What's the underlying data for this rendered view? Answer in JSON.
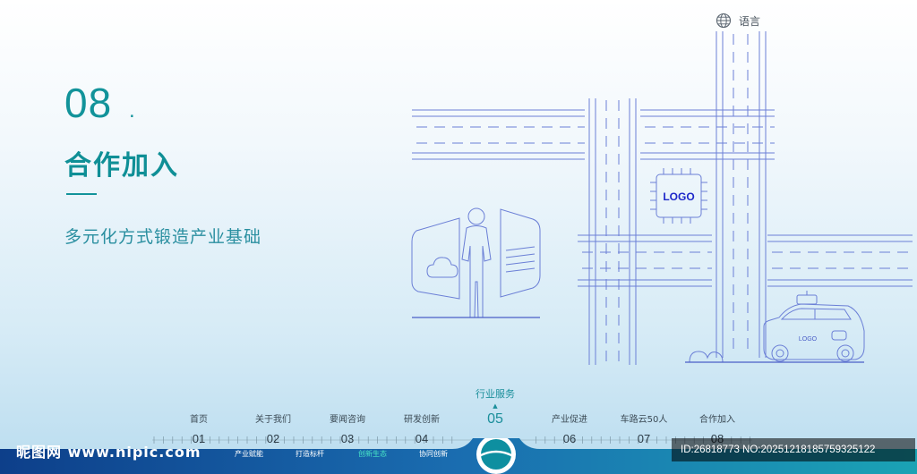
{
  "language": {
    "label": "语言",
    "icon": "globe-icon"
  },
  "hero": {
    "number": "08",
    "dot": ".",
    "title": "合作加入",
    "subtitle": "多元化方式锻造产业基础"
  },
  "illustration": {
    "chip_logo": "LOGO",
    "car_logo": "LOGO"
  },
  "timeline": {
    "items": [
      {
        "label": "首页",
        "num": "01"
      },
      {
        "label": "关于我们",
        "num": "02"
      },
      {
        "label": "要闻咨询",
        "num": "03"
      },
      {
        "label": "研发创新",
        "num": "04"
      },
      {
        "label": "行业服务",
        "num": "05",
        "active": true
      },
      {
        "label": "产业促进",
        "num": "06"
      },
      {
        "label": "车路云50人",
        "num": "07"
      },
      {
        "label": "合作加入",
        "num": "08"
      }
    ],
    "sub_items": [
      {
        "label": "产业赋能"
      },
      {
        "label": "打造标杆"
      },
      {
        "label": "创新生态",
        "active": true
      },
      {
        "label": "协同创新"
      }
    ]
  },
  "watermark": {
    "left": "昵图网 www.nipic.com",
    "right": "ID:26818773 NO:20251218185759325122"
  },
  "colors": {
    "accent": "#12939a",
    "line": "#6b7fd6",
    "footer": "#1b8f9b"
  }
}
